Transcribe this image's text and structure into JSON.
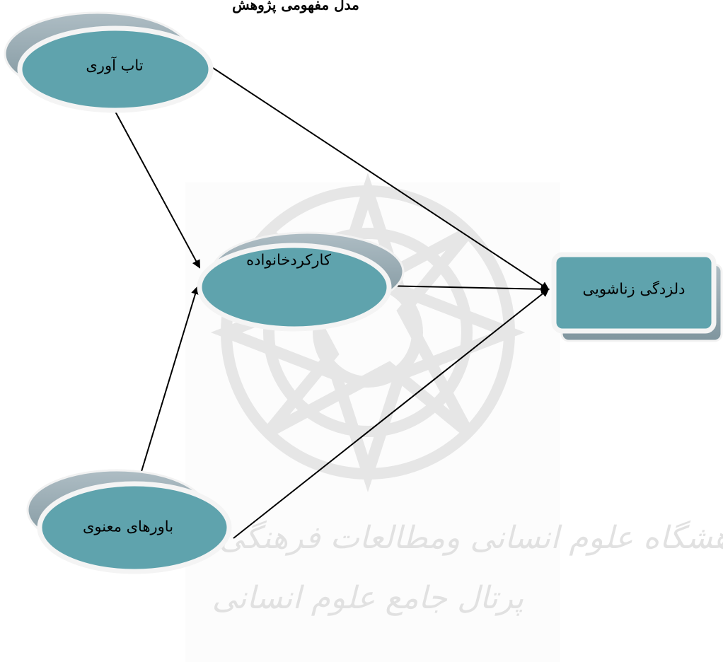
{
  "title": "مدل مفهومی پژوهش",
  "nodes": {
    "resilience": "تاب آوری",
    "family_function": "کارکردخانواده",
    "spiritual_beliefs": "باورهای معنوی",
    "marital_burnout": "دلزدگی زناشویی"
  },
  "watermark": {
    "line1": "پژوهشگاه علوم انسانی ومطالعات فرهنگی",
    "line2": "پرتال جامع علوم انسانی"
  },
  "colors": {
    "node_fill": "#5fa3ad",
    "node_outline": "#f4f4f4",
    "node_shadow": "#8ea4ad",
    "arrow": "#000000",
    "watermark": "#d9d9d9"
  }
}
